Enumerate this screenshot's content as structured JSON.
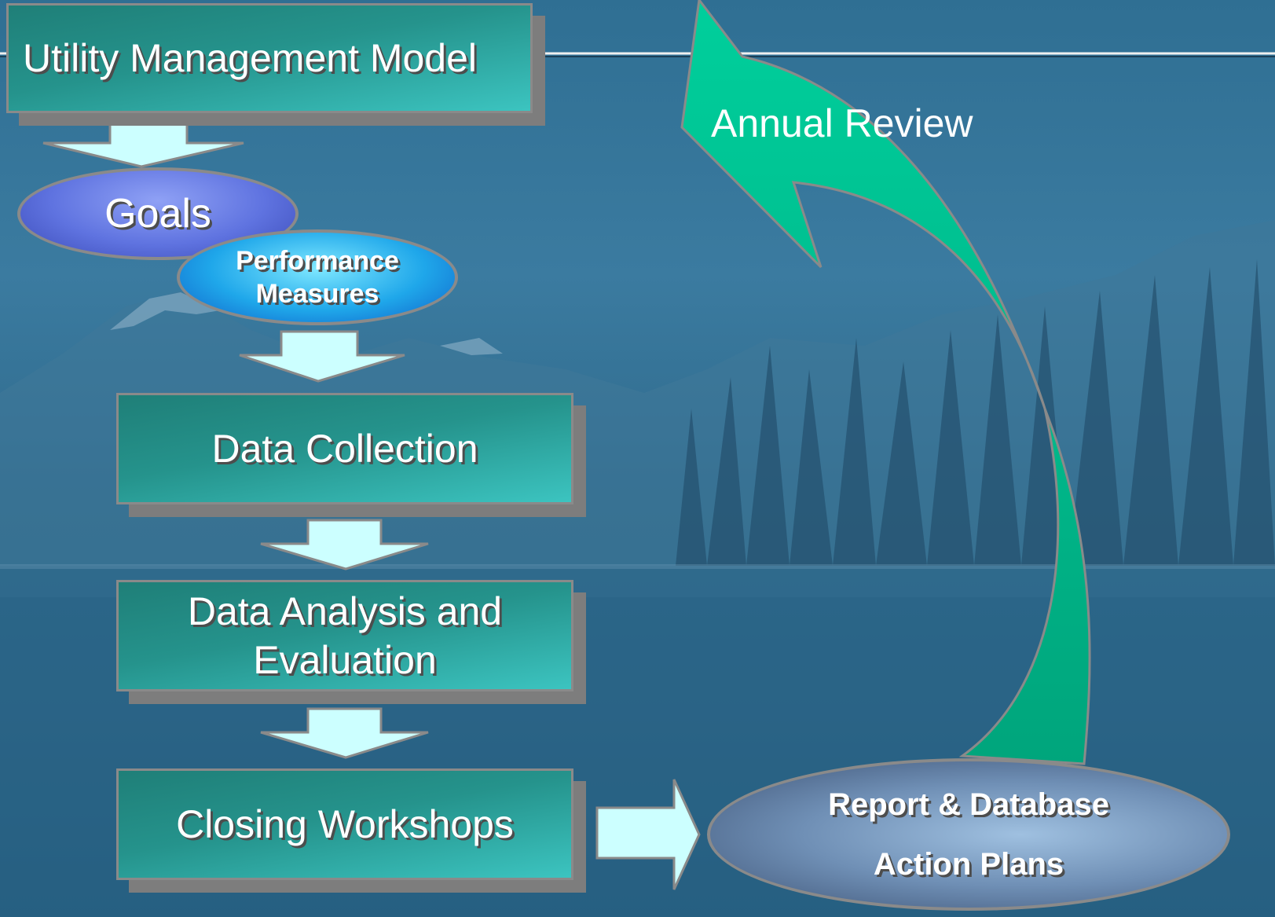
{
  "flow": {
    "title": "Utility Management Model",
    "goals": "Goals",
    "performance_line1": "Performance",
    "performance_line2": "Measures",
    "data_collection": "Data Collection",
    "analysis_line1": "Data Analysis and",
    "analysis_line2": "Evaluation",
    "closing": "Closing Workshops",
    "report_line1": "Report & Database",
    "report_line2": "Action Plans",
    "annual_review": "Annual Review"
  },
  "colors": {
    "box_teal": "#25938c",
    "arrow_cyan": "#ccffff",
    "curve_green": "#00c896",
    "goals_blue": "#5f73e0",
    "measures_blue": "#1f9fe6",
    "report_slate": "#5e7ea3"
  }
}
